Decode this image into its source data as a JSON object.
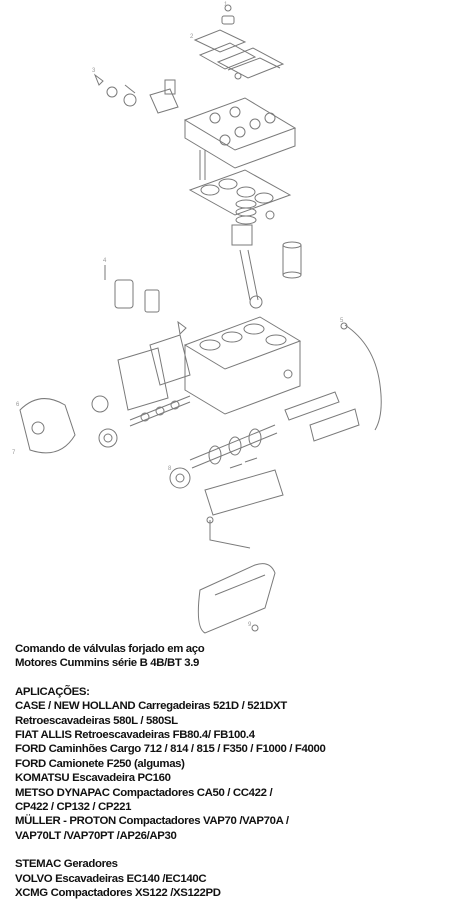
{
  "product": {
    "title": "Comando de válvulas forjado em aço",
    "subtitle": "Motores Cummins série B 4B/BT 3.9"
  },
  "applications_heading": "APLICAÇÕES:",
  "applications": [
    "CASE / NEW HOLLAND Carregadeiras 521D / 521DXT",
    "Retroescavadeiras 580L / 580SL",
    "FIAT ALLIS Retroescavadeiras FB80.4/ FB100.4",
    "FORD Caminhões Cargo 712 / 814 / 815 / F350 / F1000 / F4000",
    "FORD Camionete F250 (algumas)",
    "KOMATSU Escavadeira PC160",
    "METSO DYNAPAC Compactadores CA50 / CC422 /",
    "CP422 / CP132 / CP221",
    "MÜLLER - PROTON Compactadores VAP70 /VAP70A /",
    "VAP70LT /VAP70PT /AP26/AP30"
  ],
  "applications_2": [
    "STEMAC Geradores",
    "VOLVO Escavadeiras EC140 /EC140C",
    "XCMG Compactadores XS122 /XS122PD"
  ],
  "diagram_icon": "exploded-engine-diagram"
}
